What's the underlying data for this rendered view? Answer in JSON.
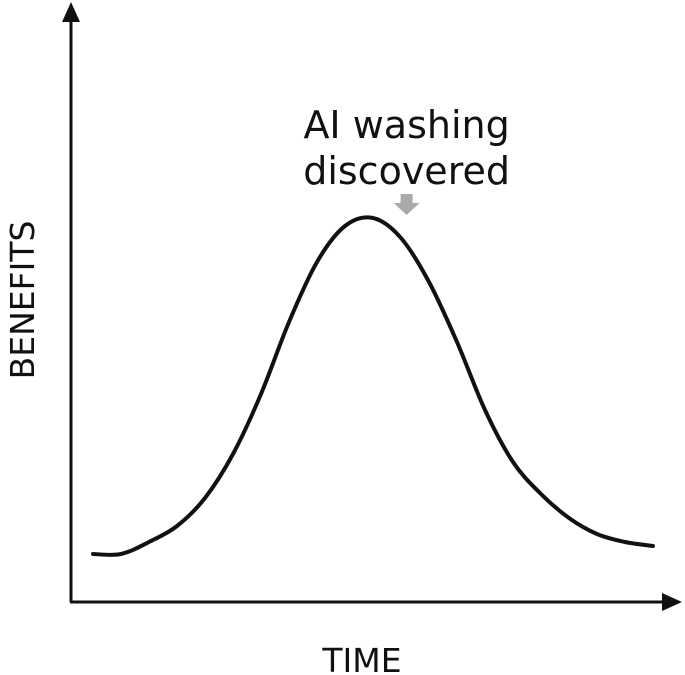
{
  "chart_data": {
    "type": "line",
    "title": "",
    "xlabel": "TIME",
    "ylabel": "BENEFITS",
    "grid": false,
    "legend": "none",
    "x": [
      0,
      0.05,
      0.1,
      0.15,
      0.2,
      0.25,
      0.3,
      0.35,
      0.4,
      0.45,
      0.5,
      0.55,
      0.6,
      0.65,
      0.7,
      0.75,
      0.8,
      0.85,
      0.9,
      0.95,
      1
    ],
    "y": [
      0.12,
      0.12,
      0.15,
      0.19,
      0.26,
      0.37,
      0.52,
      0.7,
      0.85,
      0.94,
      0.96,
      0.91,
      0.8,
      0.65,
      0.48,
      0.35,
      0.27,
      0.21,
      0.17,
      0.15,
      0.14
    ],
    "xlim": [
      0,
      1
    ],
    "ylim": [
      0,
      1
    ],
    "line_color": "#111111",
    "annotation": {
      "lines": [
        "AI washing",
        "discovered"
      ],
      "x": 0.56,
      "y": 0.96,
      "marker": "down-arrow-icon",
      "marker_color": "#aaaaaa"
    }
  }
}
